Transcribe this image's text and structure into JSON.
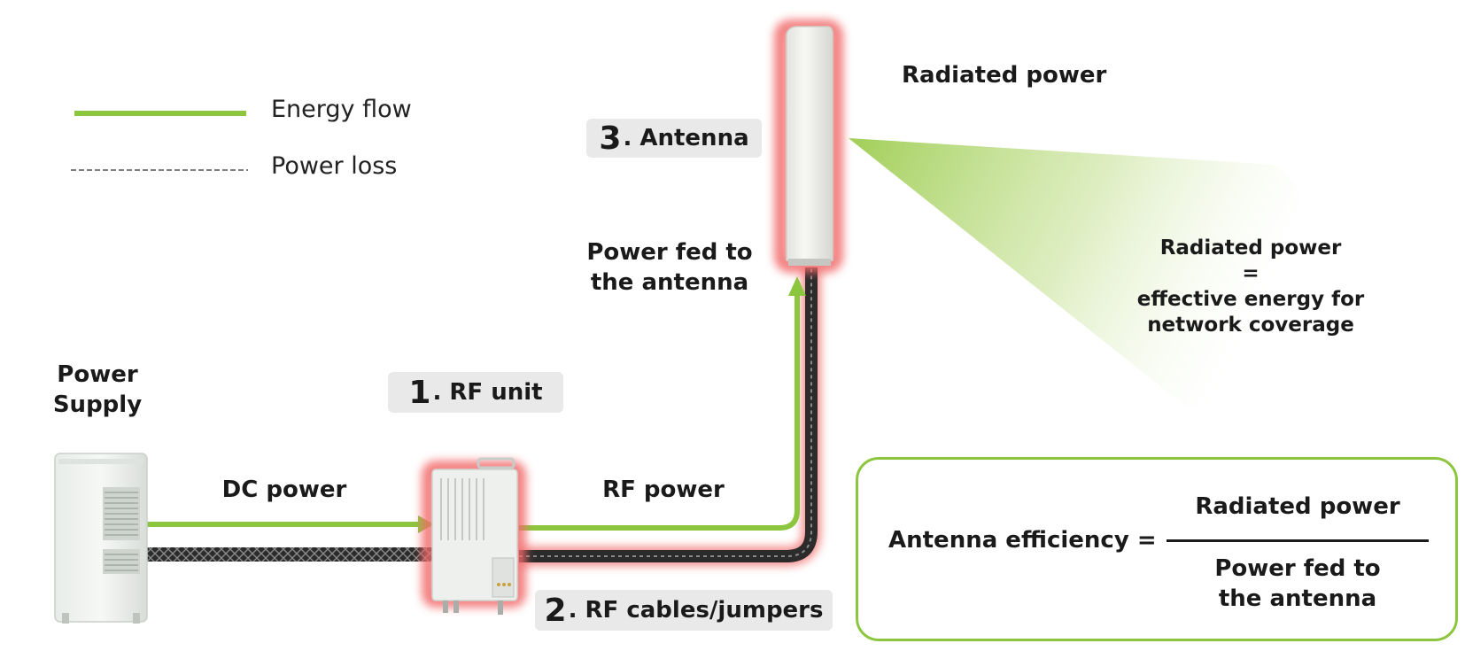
{
  "legend": {
    "energy_flow": "Energy flow",
    "power_loss": "Power loss"
  },
  "labels": {
    "radiated_power_title": "Radiated power",
    "power_fed_line1": "Power fed to",
    "power_fed_line2": "the antenna",
    "power_supply_line1": "Power",
    "power_supply_line2": "Supply",
    "dc_power": "DC power",
    "rf_power": "RF power"
  },
  "components": {
    "rf_unit": {
      "number": "1",
      "label": ". RF unit"
    },
    "rf_cables": {
      "number": "2",
      "label": ". RF cables/jumpers"
    },
    "antenna": {
      "number": "3",
      "label": ". Antenna"
    }
  },
  "beam_text": {
    "line1": "Radiated power",
    "line2": "=",
    "line3": "effective energy for",
    "line4": "network coverage"
  },
  "formula": {
    "lhs": "Antenna efficiency =",
    "numerator": "Radiated power",
    "denominator_line1": "Power fed to",
    "denominator_line2": "the antenna"
  },
  "colors": {
    "energy_flow": "#8cc63f",
    "power_loss_glow": "#f26b6b",
    "cable": "#2b2b2b",
    "tag_bg": "#e9e9e9"
  }
}
